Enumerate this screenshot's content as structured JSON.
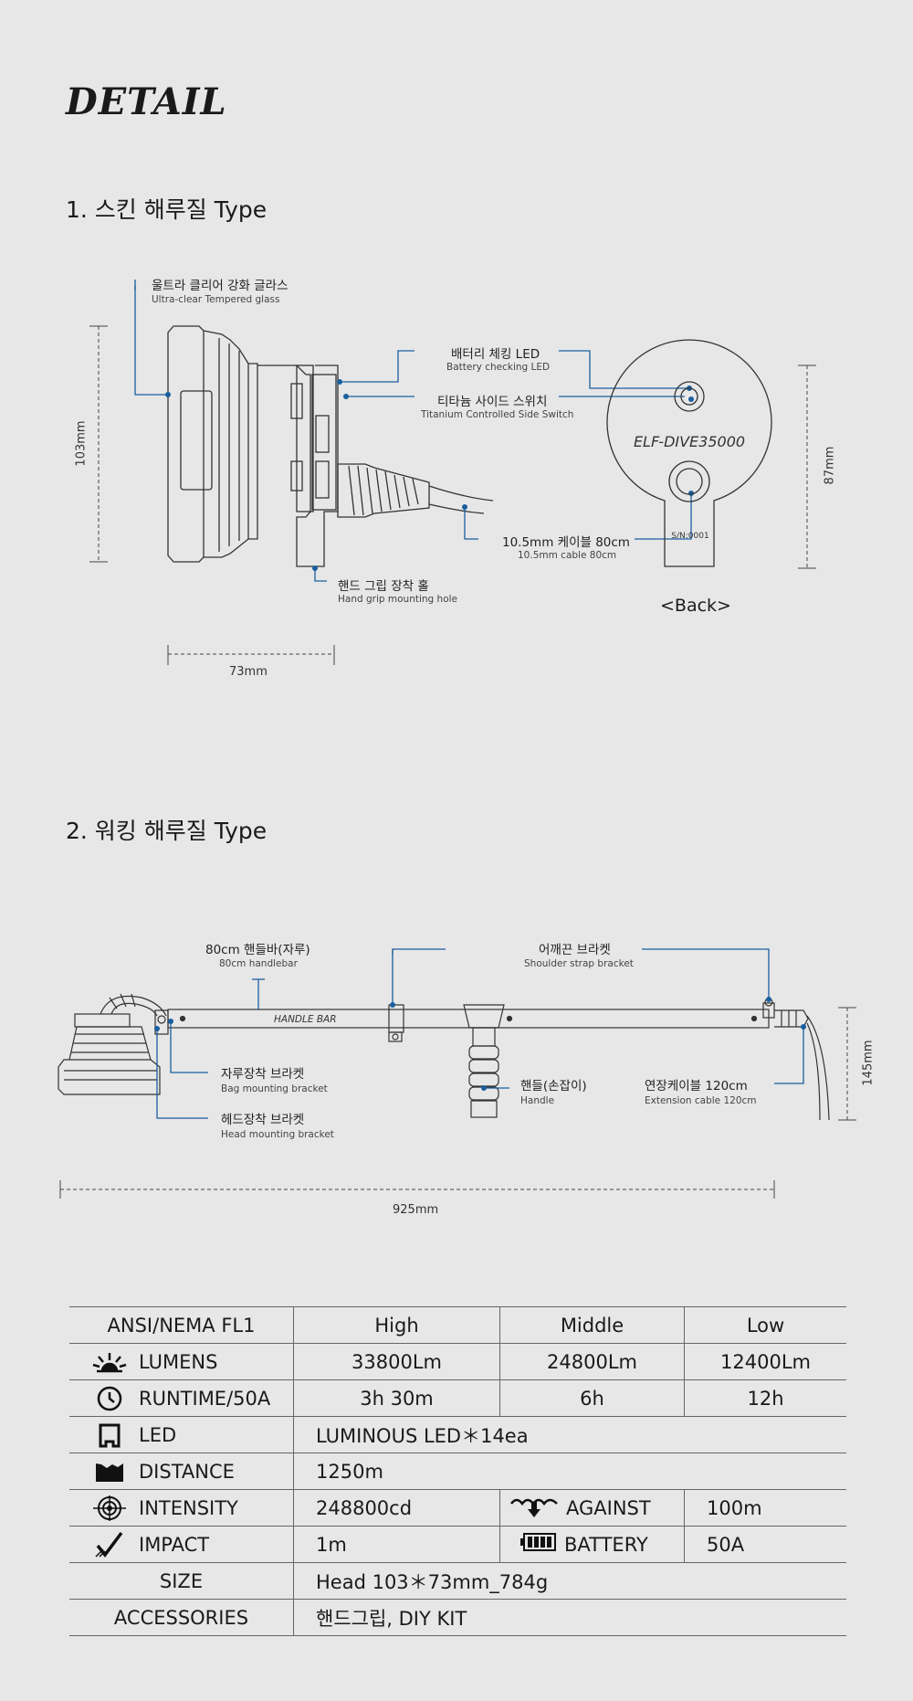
{
  "header": {
    "title": "DETAIL"
  },
  "section1": {
    "title": "1. 스킨 해루질 Type",
    "labels": {
      "glass_ko": "울트라 클리어 강화 글라스",
      "glass_en": "Ultra-clear Tempered glass",
      "battery_led_ko": "배터리 체킹 LED",
      "battery_led_en": "Battery checking LED",
      "switch_ko": "티타늄 사이드 스위치",
      "switch_en": "Titanium Controlled Side Switch",
      "cable_ko": "10.5mm 케이블 80cm",
      "cable_en": "10.5mm cable 80cm",
      "grip_ko": "핸드 그립 장착 홀",
      "grip_en": "Hand grip mounting hole"
    },
    "dims": {
      "height": "103mm",
      "width": "73mm",
      "back_height": "87mm"
    },
    "back": {
      "label": "<Back>",
      "model": "ELF-DIVE35000",
      "serial": "S/N:0001"
    }
  },
  "section2": {
    "title": "2. 워킹 해루질 Type",
    "labels": {
      "handlebar_ko": "80cm 핸들바(자루)",
      "handlebar_en": "80cm handlebar",
      "shoulder_ko": "어깨끈 브라켓",
      "shoulder_en": "Shoulder strap bracket",
      "bag_ko": "자루장착 브라켓",
      "bag_en": "Bag mounting bracket",
      "head_ko": "헤드장착 브라켓",
      "head_en": "Head mounting bracket",
      "handle_ko": "핸들(손잡이)",
      "handle_en": "Handle",
      "ext_ko": "연장케이블 120cm",
      "ext_en": "Extension cable 120cm"
    },
    "bar_text": "HANDLE BAR",
    "dims": {
      "height": "145mm",
      "length": "925mm"
    }
  },
  "spec": {
    "header": {
      "label": "ANSI/NEMA FL1",
      "high": "High",
      "middle": "Middle",
      "low": "Low"
    },
    "lumens": {
      "label": "LUMENS",
      "icon": "sun-icon",
      "high": "33800Lm",
      "middle": "24800Lm",
      "low": "12400Lm"
    },
    "runtime": {
      "label": "RUNTIME/50A",
      "icon": "clock-icon",
      "high": "3h 30m",
      "middle": "6h",
      "low": "12h"
    },
    "led": {
      "label": "LED",
      "icon": "led-icon",
      "value": "LUMINOUS LED＊14ea"
    },
    "distance": {
      "label": "DISTANCE",
      "icon": "beam-icon",
      "value": "1250m"
    },
    "intensity": {
      "label": "INTENSITY",
      "icon": "target-icon",
      "value": "248800cd",
      "against_label": "AGAINST",
      "against_icon": "water-icon",
      "against_value": "100m"
    },
    "impact": {
      "label": "IMPACT",
      "icon": "impact-icon",
      "value": "1m",
      "battery_label": "BATTERY",
      "battery_icon": "battery-icon",
      "battery_value": "50A"
    },
    "size": {
      "label": "SIZE",
      "value": "Head 103＊73mm_784g"
    },
    "accessories": {
      "label": "ACCESSORIES",
      "value": "핸드그립, DIY KIT"
    }
  },
  "colors": {
    "accent": "#1a5f9e",
    "line": "#333333",
    "background": "#e7e7e7"
  }
}
